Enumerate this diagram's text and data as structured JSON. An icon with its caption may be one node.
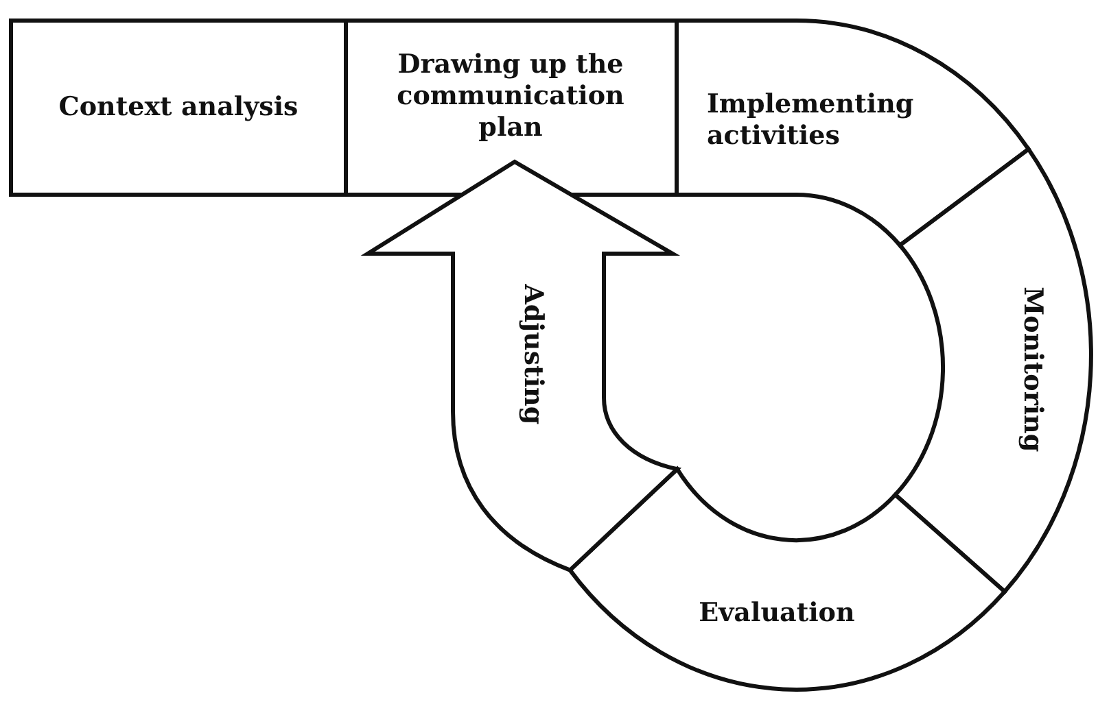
{
  "diagram": {
    "nodes": [
      {
        "text": [
          "Context analysis"
        ]
      },
      {
        "text": [
          "Drawing up the communication plan"
        ]
      },
      {
        "text": [
          "Implementing activities"
        ]
      },
      {
        "text": [
          "Monitoring"
        ]
      },
      {
        "text": [
          "Evaluation"
        ]
      },
      {
        "text": [
          "Adjusting"
        ]
      }
    ]
  }
}
